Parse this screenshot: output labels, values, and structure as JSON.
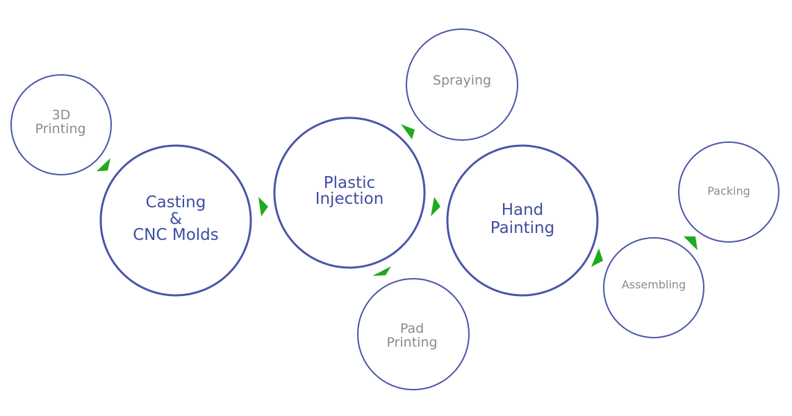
{
  "colors": {
    "circle_stroke": "#4a55a8",
    "main_text": "#3f4ea1",
    "minor_text": "#8a8a8a",
    "arrow": "#1faa1f",
    "background": "#ffffff"
  },
  "nodes": {
    "printing_3d": {
      "lines": [
        "3D",
        "Printing"
      ]
    },
    "casting_cnc": {
      "lines": [
        "Casting",
        "&",
        "CNC Molds"
      ]
    },
    "plastic_injection": {
      "lines": [
        "Plastic",
        "Injection"
      ]
    },
    "spraying": {
      "lines": [
        "Spraying"
      ]
    },
    "pad_printing": {
      "lines": [
        "Pad",
        "Printing"
      ]
    },
    "hand_painting": {
      "lines": [
        "Hand",
        "Painting"
      ]
    },
    "assembling": {
      "lines": [
        "Assembling"
      ]
    },
    "packing": {
      "lines": [
        "Packing"
      ]
    }
  },
  "connections": [
    {
      "from": "3D Printing",
      "to": "Casting & CNC Molds"
    },
    {
      "from": "Casting & CNC Molds",
      "to": "Plastic Injection"
    },
    {
      "from": "Plastic Injection",
      "to": "Spraying"
    },
    {
      "from": "Pad Printing",
      "to": "Plastic Injection"
    },
    {
      "from": "Plastic Injection",
      "to": "Hand Painting"
    },
    {
      "from": "Hand Painting",
      "to": "Assembling"
    },
    {
      "from": "Assembling",
      "to": "Packing"
    }
  ]
}
